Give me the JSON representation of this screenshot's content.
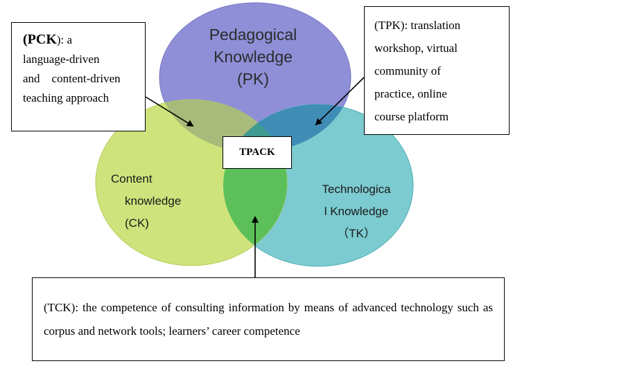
{
  "circles": {
    "pk": {
      "line1": "Pedagogical",
      "line2": "Knowledge",
      "line3": "(PK)",
      "color": "#8f8fd8"
    },
    "ck": {
      "line1": "Content",
      "line2": "knowledge",
      "line3": "(CK)",
      "color": "#cde07a"
    },
    "tk": {
      "line1": "Technologica",
      "line2": "l Knowledge",
      "line3": "（TK）",
      "color": "#7cc9cf"
    }
  },
  "boxes": {
    "pck": {
      "abbr": "PCK",
      "open": "(",
      "close": "): a",
      "rest_1": "language-driven",
      "rest_2": "and    content-driven",
      "rest_3": "teaching approach"
    },
    "tpk": {
      "line1": "(TPK): translation",
      "line2": "workshop, virtual",
      "line3": "community of",
      "line4": "practice, online",
      "line5": "course platform"
    },
    "tpack": {
      "label": "TPACK"
    },
    "tck": {
      "text": "(TCK): the competence of consulting information by means of advanced technology such as corpus and network tools;  learners’ career competence"
    }
  }
}
